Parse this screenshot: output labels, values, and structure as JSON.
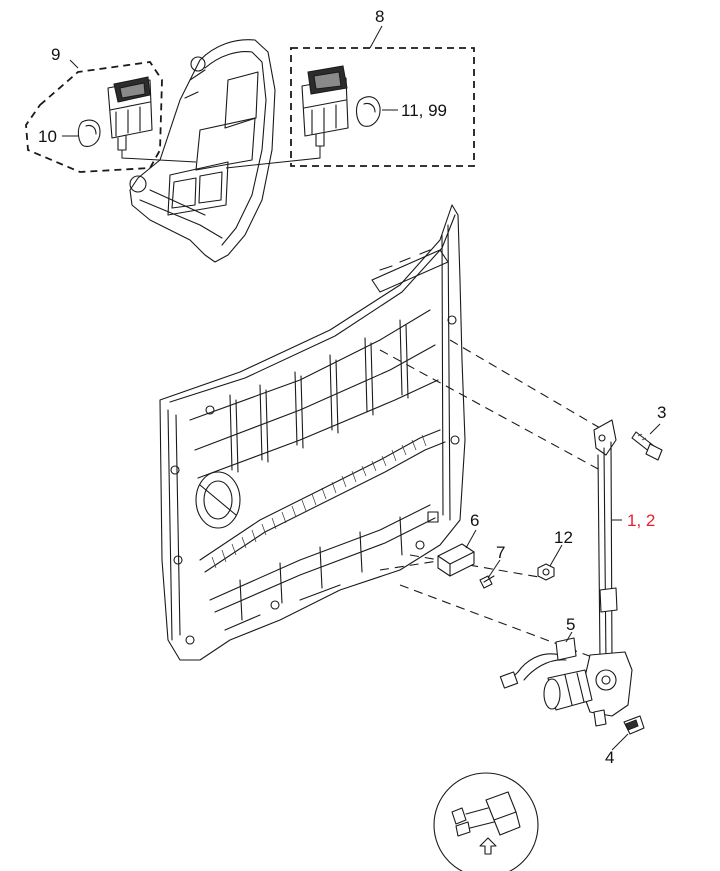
{
  "callouts": {
    "c8": "8",
    "c9": "9",
    "c10": "10",
    "c11_99": "11, 99",
    "c3": "3",
    "c1_2": "1, 2",
    "c6": "6",
    "c7": "7",
    "c12": "12",
    "c5": "5",
    "c4": "4"
  },
  "colors": {
    "highlight": "#e8202a",
    "ink": "#1a1a1a"
  }
}
